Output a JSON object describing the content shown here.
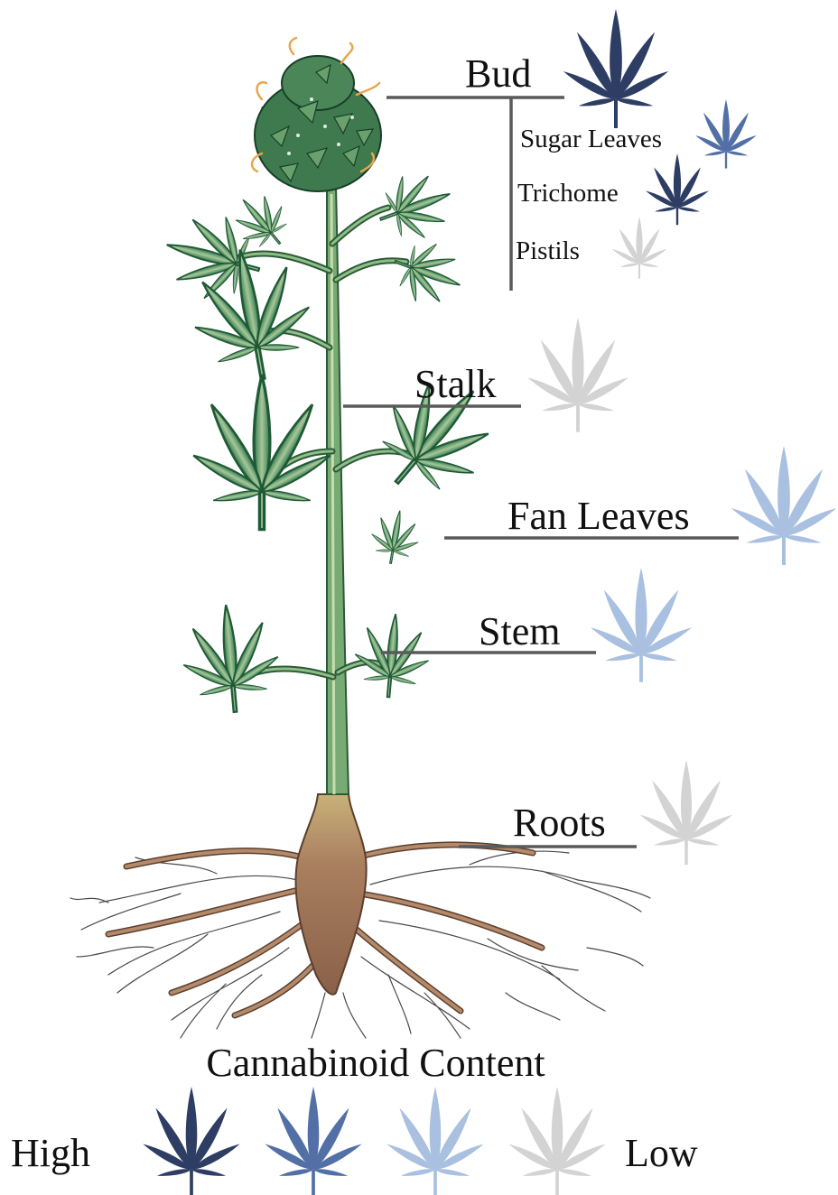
{
  "colors": {
    "leaf_green": "#3f8f5e",
    "leaf_dark": "#1f5a36",
    "leaf_light": "#9cc493",
    "stem": "#6c9f69",
    "bud": "#4f8c5c",
    "pistil": "#e8a64d",
    "root": "#946e55",
    "root_dark": "#5b3f2e",
    "line": "#5a5a5a"
  },
  "content_levels": {
    "high": "#2e3d63",
    "medium_high": "#5370a6",
    "medium_low": "#a9c0e0",
    "low": "#d3d3d3"
  },
  "parts": [
    {
      "id": "bud",
      "label": "Bud",
      "level": "high"
    },
    {
      "id": "sugar-leaves",
      "label": "Sugar Leaves",
      "level": "medium_high"
    },
    {
      "id": "trichome",
      "label": "Trichome",
      "level": "high"
    },
    {
      "id": "pistils",
      "label": "Pistils",
      "level": "low"
    },
    {
      "id": "stalk",
      "label": "Stalk",
      "level": "low"
    },
    {
      "id": "fan-leaves",
      "label": "Fan Leaves",
      "level": "medium_low"
    },
    {
      "id": "stem",
      "label": "Stem",
      "level": "medium_low"
    },
    {
      "id": "roots",
      "label": "Roots",
      "level": "low"
    }
  ],
  "legend": {
    "title": "Cannabinoid Content",
    "high_label": "High",
    "low_label": "Low",
    "scale": [
      "high",
      "medium_high",
      "medium_low",
      "low"
    ]
  }
}
